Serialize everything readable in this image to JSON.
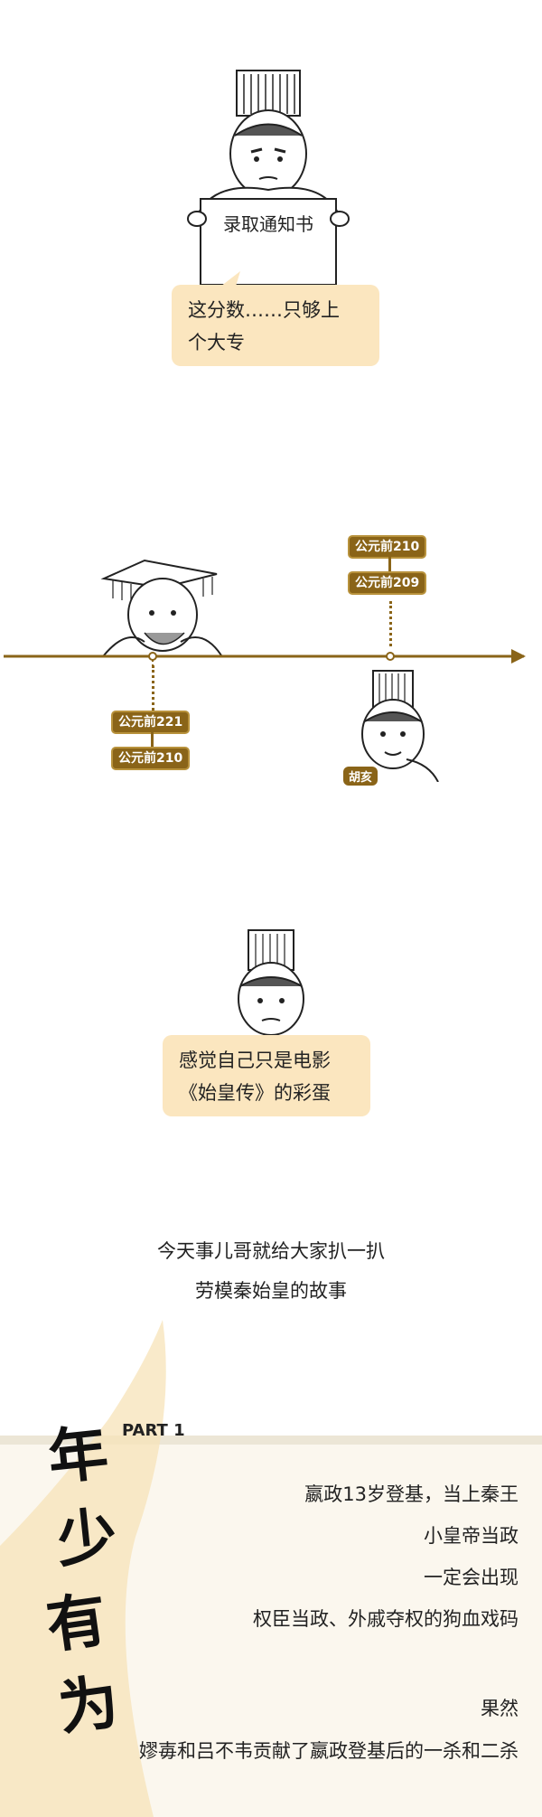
{
  "panel1": {
    "sign_text": "录取通知书",
    "bubble_lines": [
      "这分数……只够上",
      "个大专"
    ]
  },
  "timeline": {
    "tag_210_top": "公元前210",
    "tag_209": "公元前209",
    "tag_221": "公元前221",
    "tag_210_bottom": "公元前210",
    "name_label": "胡亥",
    "accent_color": "#8a6418"
  },
  "panel3": {
    "bubble_lines": [
      "感觉自己只是电影",
      "《始皇传》的彩蛋"
    ]
  },
  "intro": {
    "lines": [
      "今天事儿哥就给大家扒一扒",
      "劳模秦始皇的故事"
    ]
  },
  "part1": {
    "label": "PART 1",
    "calligraphy": [
      "年少",
      "有为"
    ],
    "lines": [
      "嬴政13岁登基，当上秦王",
      "小皇帝当政",
      "一定会出现",
      "权臣当政、外戚夺权的狗血戏码"
    ],
    "lines2": [
      "果然",
      "嫪毐和吕不韦贡献了嬴政登基后的一杀和二杀"
    ]
  }
}
